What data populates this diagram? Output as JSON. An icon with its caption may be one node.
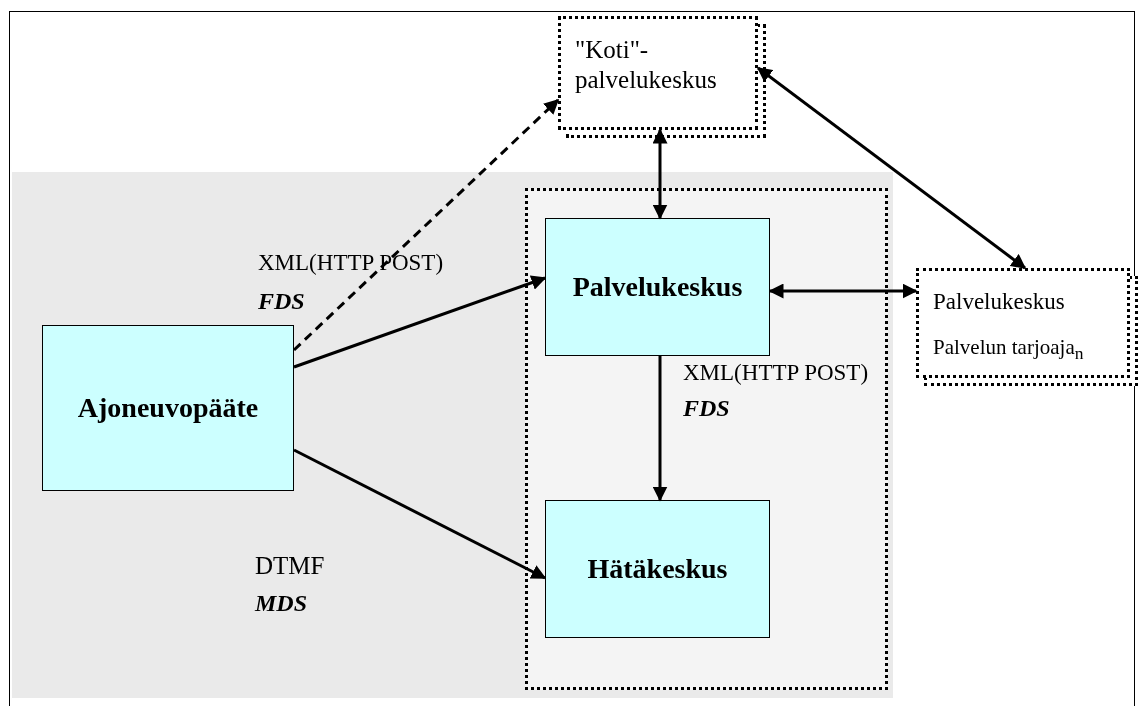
{
  "diagram": {
    "nodes": [
      {
        "text": [
          "\"Koti\"-palvelukeskus"
        ]
      },
      {
        "text": [],
        "shape": "box"
      },
      {
        "text": [
          "Palvelukeskus"
        ],
        "in": 1
      },
      {
        "text": [
          "Hätäkeskus"
        ],
        "in": 1
      },
      {
        "text": [
          "Palvelukeskus",
          "Palvelun tarjoaja$_{n}$"
        ]
      },
      {
        "text": [
          "Ajoneuvopääte"
        ]
      }
    ],
    "edges": [
      {
        "from": 5,
        "to": 0,
        "arrow": "to",
        "style": "dashed"
      },
      {
        "from": 5,
        "to": 2,
        "arrow": "to"
      },
      {
        "from": 5,
        "to": 3,
        "arrow": "to"
      },
      {
        "from": 0,
        "to": 2,
        "arrow": "both"
      },
      {
        "from": 0,
        "to": 4,
        "arrow": "both"
      },
      {
        "from": 2,
        "to": 4,
        "arrow": "both"
      },
      {
        "from": 2,
        "to": 3,
        "arrow": "to"
      }
    ],
    "labels": [
      "XML(HTTP POST)",
      "FDS",
      "XML(HTTP POST)",
      "FDS",
      "DTMF",
      "MDS"
    ]
  }
}
